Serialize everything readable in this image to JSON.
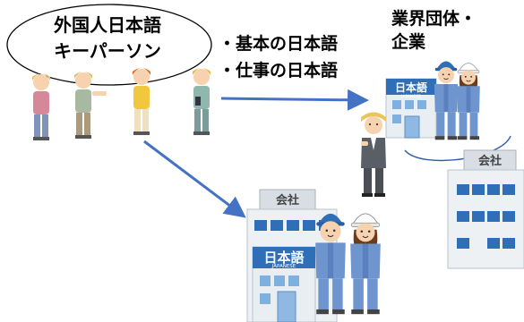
{
  "groups": {
    "speakers_line1": "外国人日本語",
    "speakers_line2": "キーパーソン",
    "industry_line1": "業界団体・",
    "industry_line2": "企業"
  },
  "topics": {
    "item1": "・基本の日本語",
    "item2": "・仕事の日本語"
  },
  "signs": {
    "school_sign": "日本語",
    "school_sub": "JAPANESE",
    "company_sign": "会社"
  },
  "colors": {
    "arrow": "#4472c4",
    "building_blue": "#2e6fb7",
    "worker_blue": "#6f95cf"
  }
}
